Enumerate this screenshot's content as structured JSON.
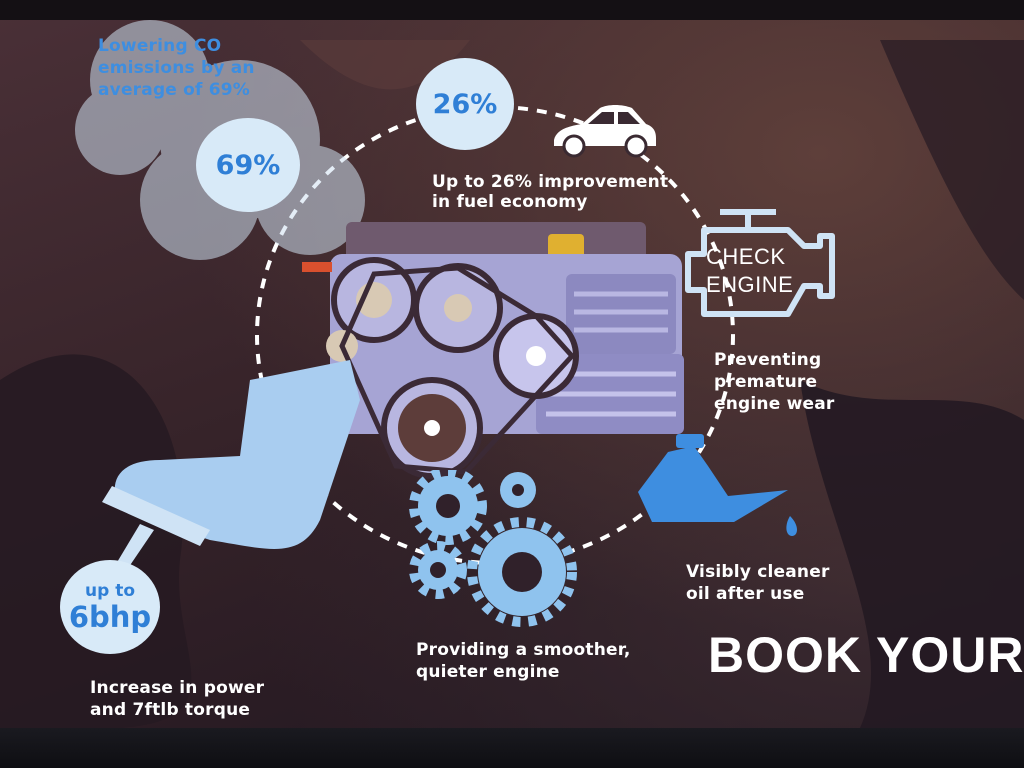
{
  "co_emissions": {
    "caption_line1": "Lowering CO",
    "caption_line2": "emissions by an",
    "caption_line3": "average of 69%",
    "value": "69%"
  },
  "fuel": {
    "value": "26%",
    "caption_line1": "Up to 26% improvement",
    "caption_line2": "in fuel economy"
  },
  "check_engine": {
    "line1": "CHECK",
    "line2": "ENGINE"
  },
  "engine_wear": {
    "line1": "Preventing",
    "line2": "premature",
    "line3": "engine wear"
  },
  "oil": {
    "line1": "Visibly cleaner",
    "line2": "oil after use"
  },
  "smoother": {
    "line1": "Providing a smoother,",
    "line2": "quieter engine"
  },
  "power": {
    "prefix": "up to",
    "value": "6bhp",
    "caption_line1": "Increase in power",
    "caption_line2": "and 7ftlb torque"
  },
  "cta": {
    "text": "BOOK YOUR"
  },
  "colors": {
    "accent_blue": "#3e8ee0",
    "light_blue": "#cfe3f5",
    "engine_purple": "#9b97c9",
    "text_white": "#ffffff"
  },
  "icons": [
    "cloud-icon",
    "car-icon",
    "engine-icon",
    "check-engine-icon",
    "oil-can-icon",
    "boot-pedal-icon",
    "gear-icon"
  ]
}
